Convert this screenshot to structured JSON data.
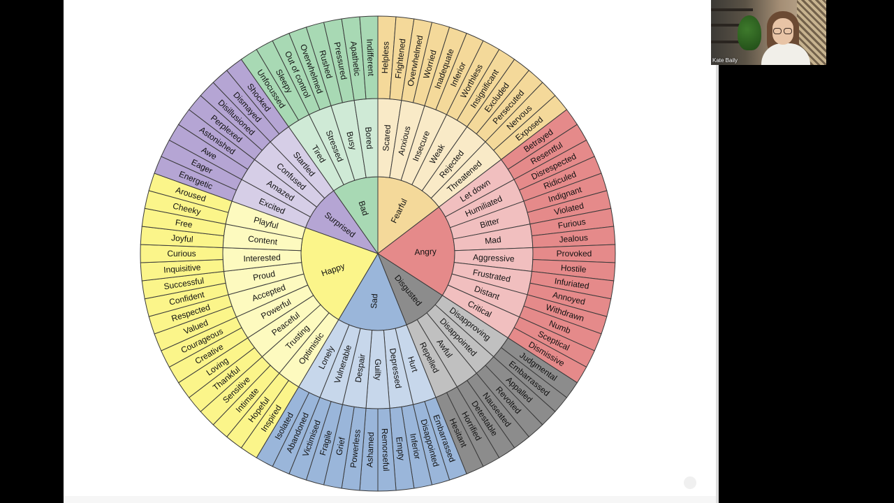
{
  "participant": {
    "name": "Kate Baily"
  },
  "colors": {
    "Angry": "#e58a8a",
    "Disgusted": "#8c8c8c",
    "Sad": "#9ab6da",
    "Happy": "#fbf58a",
    "Surprised": "#b5a5d4",
    "Bad": "#a8d9b4",
    "Fearful": "#f4d99a"
  },
  "wheel": [
    {
      "name": "Fearful",
      "children": [
        {
          "name": "Scared",
          "children": [
            "Helpless",
            "Frightened"
          ]
        },
        {
          "name": "Anxious",
          "children": [
            "Overwhelmed",
            "Worried"
          ]
        },
        {
          "name": "Insecure",
          "children": [
            "Inadequate",
            "Inferior"
          ]
        },
        {
          "name": "Weak",
          "children": [
            "Worthless",
            "Insignificant"
          ]
        },
        {
          "name": "Rejected",
          "children": [
            "Excluded",
            "Persecuted"
          ]
        },
        {
          "name": "Threatened",
          "children": [
            "Nervous",
            "Exposed"
          ]
        }
      ]
    },
    {
      "name": "Angry",
      "children": [
        {
          "name": "Let down",
          "children": [
            "Betrayed",
            "Resentful"
          ]
        },
        {
          "name": "Humiliated",
          "children": [
            "Disrespected",
            "Ridiculed"
          ]
        },
        {
          "name": "Bitter",
          "children": [
            "Indignant",
            "Violated"
          ]
        },
        {
          "name": "Mad",
          "children": [
            "Furious",
            "Jealous"
          ]
        },
        {
          "name": "Aggressive",
          "children": [
            "Provoked",
            "Hostile"
          ]
        },
        {
          "name": "Frustrated",
          "children": [
            "Infuriated",
            "Annoyed"
          ]
        },
        {
          "name": "Distant",
          "children": [
            "Withdrawn",
            "Numb"
          ]
        },
        {
          "name": "Critical",
          "children": [
            "Sceptical",
            "Dismissive"
          ]
        }
      ]
    },
    {
      "name": "Disgusted",
      "children": [
        {
          "name": "Disapproving",
          "children": [
            "Judgmental",
            "Embarrassed"
          ]
        },
        {
          "name": "Disappointed",
          "children": [
            "Appalled",
            "Revolted"
          ]
        },
        {
          "name": "Awful",
          "children": [
            "Nauseated",
            "Detestable"
          ]
        },
        {
          "name": "Repelled",
          "children": [
            "Horrified",
            "Hesitant"
          ]
        }
      ]
    },
    {
      "name": "Sad",
      "children": [
        {
          "name": "Hurt",
          "children": [
            "Embarrassed",
            "Disappointed"
          ]
        },
        {
          "name": "Depressed",
          "children": [
            "Inferior",
            "Empty"
          ]
        },
        {
          "name": "Guilty",
          "children": [
            "Remorseful",
            "Ashamed"
          ]
        },
        {
          "name": "Despair",
          "children": [
            "Powerless",
            "Grief"
          ]
        },
        {
          "name": "Vulnerable",
          "children": [
            "Fragile",
            "Victimised"
          ]
        },
        {
          "name": "Lonely",
          "children": [
            "Abandoned",
            "Isolated"
          ]
        }
      ]
    },
    {
      "name": "Happy",
      "children": [
        {
          "name": "Optimistic",
          "children": [
            "Inspired",
            "Hopeful"
          ]
        },
        {
          "name": "Trusting",
          "children": [
            "Intimate",
            "Sensitive"
          ]
        },
        {
          "name": "Peaceful",
          "children": [
            "Thankful",
            "Loving"
          ]
        },
        {
          "name": "Powerful",
          "children": [
            "Creative",
            "Courageous"
          ]
        },
        {
          "name": "Accepted",
          "children": [
            "Valued",
            "Respected"
          ]
        },
        {
          "name": "Proud",
          "children": [
            "Confident",
            "Successful"
          ]
        },
        {
          "name": "Interested",
          "children": [
            "Inquisitive",
            "Curious"
          ]
        },
        {
          "name": "Content",
          "children": [
            "Joyful",
            "Free"
          ]
        },
        {
          "name": "Playful",
          "children": [
            "Cheeky",
            "Aroused"
          ]
        }
      ]
    },
    {
      "name": "Surprised",
      "children": [
        {
          "name": "Excited",
          "children": [
            "Energetic",
            "Eager"
          ]
        },
        {
          "name": "Amazed",
          "children": [
            "Awe",
            "Astonished"
          ]
        },
        {
          "name": "Confused",
          "children": [
            "Perplexed",
            "Disillusioned"
          ]
        },
        {
          "name": "Startled",
          "children": [
            "Dismayed",
            "Shocked"
          ]
        }
      ]
    },
    {
      "name": "Bad",
      "children": [
        {
          "name": "Tired",
          "children": [
            "Unfocussed",
            "Sleepy"
          ]
        },
        {
          "name": "Stressed",
          "children": [
            "Out of control",
            "Overwhelmed"
          ]
        },
        {
          "name": "Busy",
          "children": [
            "Rushed",
            "Pressured"
          ]
        },
        {
          "name": "Bored",
          "children": [
            "Apathetic",
            "Indifferent"
          ]
        }
      ]
    }
  ]
}
